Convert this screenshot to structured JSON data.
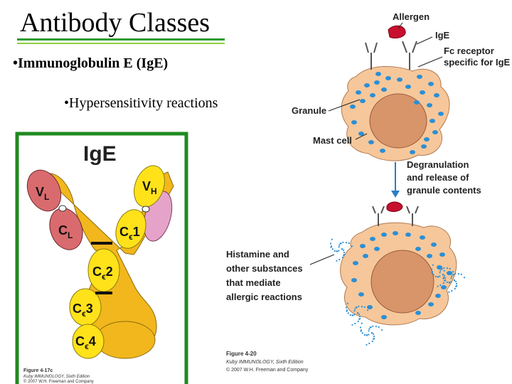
{
  "slide": {
    "title": "Antibody Classes",
    "bullets": [
      {
        "marker": "•",
        "text": "Immunoglobulin E (IgE)"
      },
      {
        "marker": "•",
        "text": "Hypersensitivity reactions"
      }
    ]
  },
  "ige_figure": {
    "heading": "IgE",
    "domains": {
      "vl": {
        "base": "V",
        "sub": "L"
      },
      "vh": {
        "base": "V",
        "sub": "H"
      },
      "cl": {
        "base": "C",
        "sub": "L"
      },
      "ce1": {
        "base": "C",
        "sub": "ϵ",
        "num": "1"
      },
      "ce2": {
        "base": "C",
        "sub": "ϵ",
        "num": "2"
      },
      "ce3": {
        "base": "C",
        "sub": "ϵ",
        "num": "3"
      },
      "ce4": {
        "base": "C",
        "sub": "ϵ",
        "num": "4"
      }
    },
    "caption": [
      "Figure 4-17c",
      "Kuby IMMUNOLOGY, Sixth Edition",
      "© 2007 W.H. Freeman and Company"
    ],
    "colors": {
      "heavy": "#ffe21a",
      "heavy_dark": "#f2b71c",
      "light": "#d96b6f",
      "vh_light": "#e6a3c9",
      "frame": "#1f8a1f"
    }
  },
  "mast_cell_figure": {
    "labels": {
      "allergen": "Allergen",
      "ige": "IgE",
      "fc_receptor": [
        "Fc receptor",
        "specific for IgE"
      ],
      "granule": "Granule",
      "mast_cell": "Mast cell",
      "degranulation": [
        "Degranulation",
        "and release of",
        "granule contents"
      ],
      "histamine": [
        "Histamine and",
        "other substances",
        "that mediate",
        "allergic reactions"
      ]
    },
    "caption": [
      "Figure 4-20",
      "Kuby IMMUNOLOGY, Sixth Edition",
      "© 2007 W.H. Freeman and Company"
    ],
    "colors": {
      "cell": "#f6c79a",
      "nucleus": "#d8956a",
      "granule": "#2a8fd6",
      "allergen": "#c8102e",
      "arrow": "#2a7fc4"
    }
  }
}
